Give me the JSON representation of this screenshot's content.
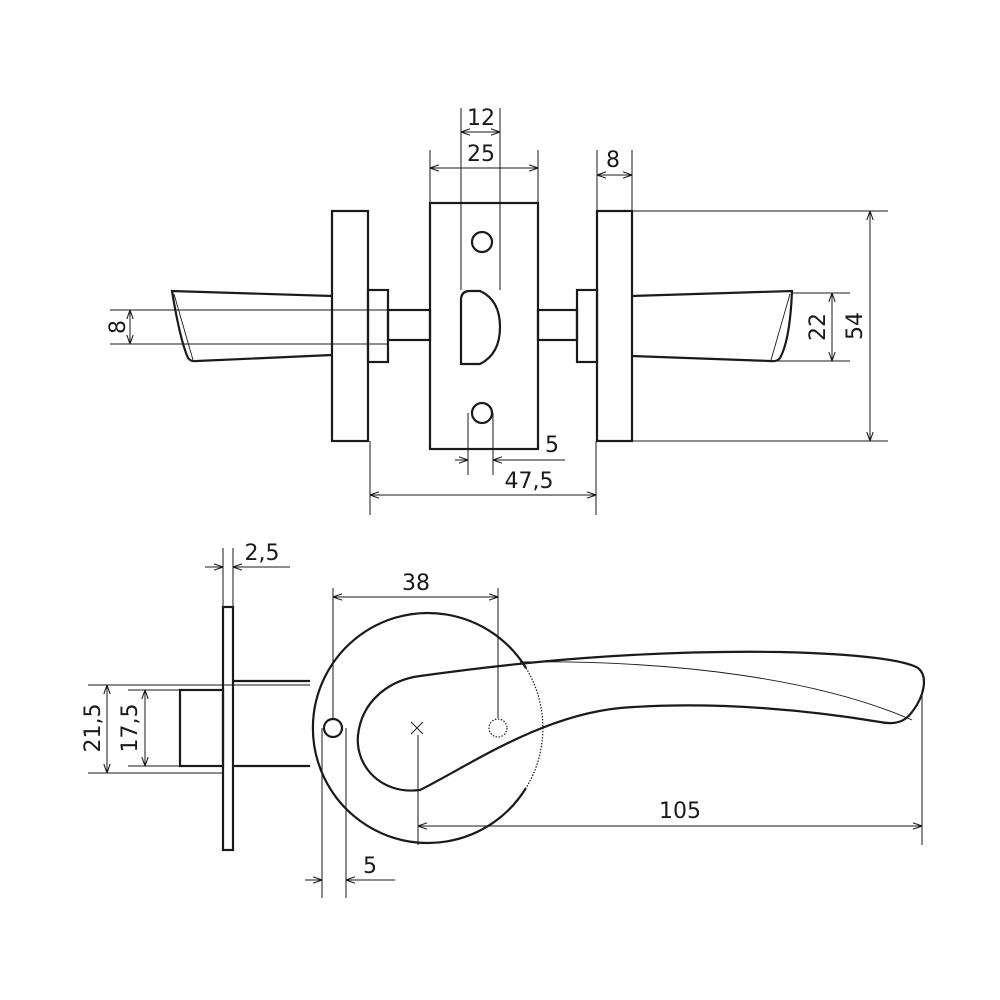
{
  "top_view": {
    "dims": {
      "spindle_slot_width": "12",
      "latch_plate_width": "25",
      "rose_thickness": "8",
      "rose_height": "54",
      "handle_height": "22",
      "handle_tip": "8",
      "hole_offset": "5",
      "door_thickness": "47,5"
    }
  },
  "side_view": {
    "dims": {
      "plate_thickness": "2,5",
      "rose_diameter": "38",
      "handle_length": "105",
      "hole_offset": "5",
      "latch_outer": "21,5",
      "latch_inner": "17,5"
    }
  },
  "colors": {
    "line": "#1a1a1a",
    "background": "#ffffff"
  }
}
